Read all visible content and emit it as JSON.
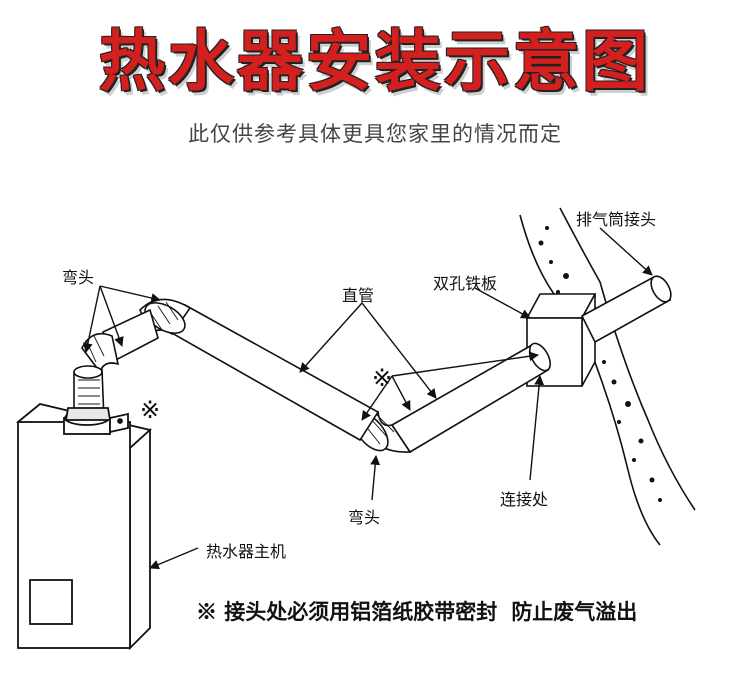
{
  "header": {
    "title": "热水器安装示意图",
    "subtitle": "此仅供参考具体更具您家里的情况而定"
  },
  "labels": {
    "elbow_top": "弯头",
    "straight_pipe": "直管",
    "double_hole_plate": "双孔铁板",
    "exhaust_joint": "排气筒接头",
    "joint": "连接处",
    "elbow_bottom": "弯头",
    "heater_unit": "热水器主机"
  },
  "marks": {
    "seal_mark": "※"
  },
  "note": {
    "part1": "※ 接头处必须用铝箔纸胶带密封",
    "part2": "防止废气溢出"
  },
  "colors": {
    "title_red": "#d41f1f",
    "line": "#111111"
  }
}
